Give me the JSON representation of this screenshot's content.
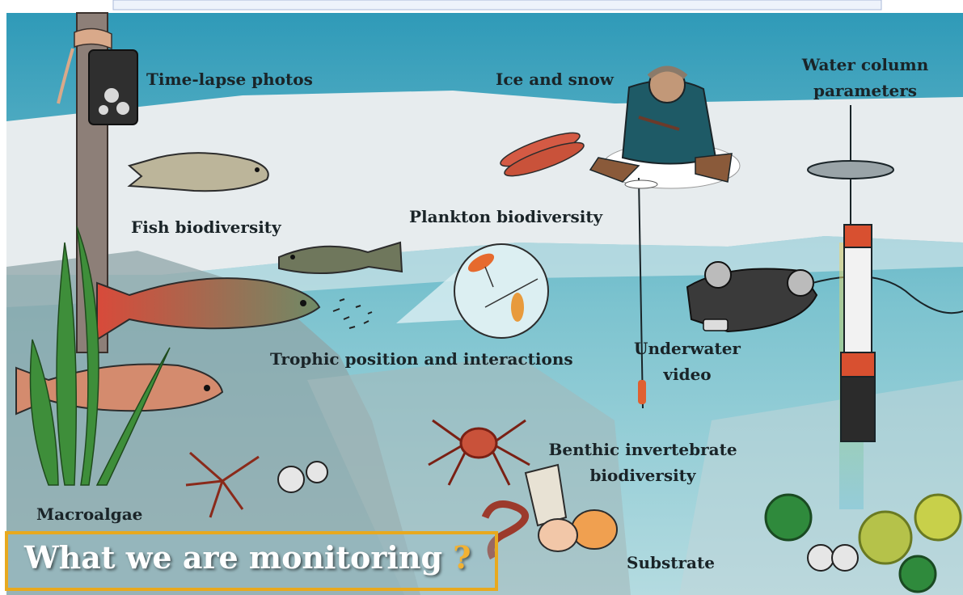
{
  "labels": {
    "time_lapse": "Time-lapse photos",
    "ice_snow": "Ice and snow",
    "water_column_1": "Water column",
    "water_column_2": "parameters",
    "fish_biodiversity": "Fish biodiversity",
    "plankton": "Plankton biodiversity",
    "trophic": "Trophic position and interactions",
    "underwater_1": "Underwater",
    "underwater_2": "video",
    "benthic_1": "Benthic invertebrate",
    "benthic_2": "biodiversity",
    "macroalgae": "Macroalgae",
    "substrate": "Substrate"
  },
  "title": {
    "text": "What we are monitoring",
    "mark": "?"
  },
  "colors": {
    "water_top": "#2f9ab8",
    "water_bottom": "#a8d6dc",
    "ice": "#e7ecee",
    "title_border": "#e8a91e",
    "char_red": "#c9523a"
  }
}
